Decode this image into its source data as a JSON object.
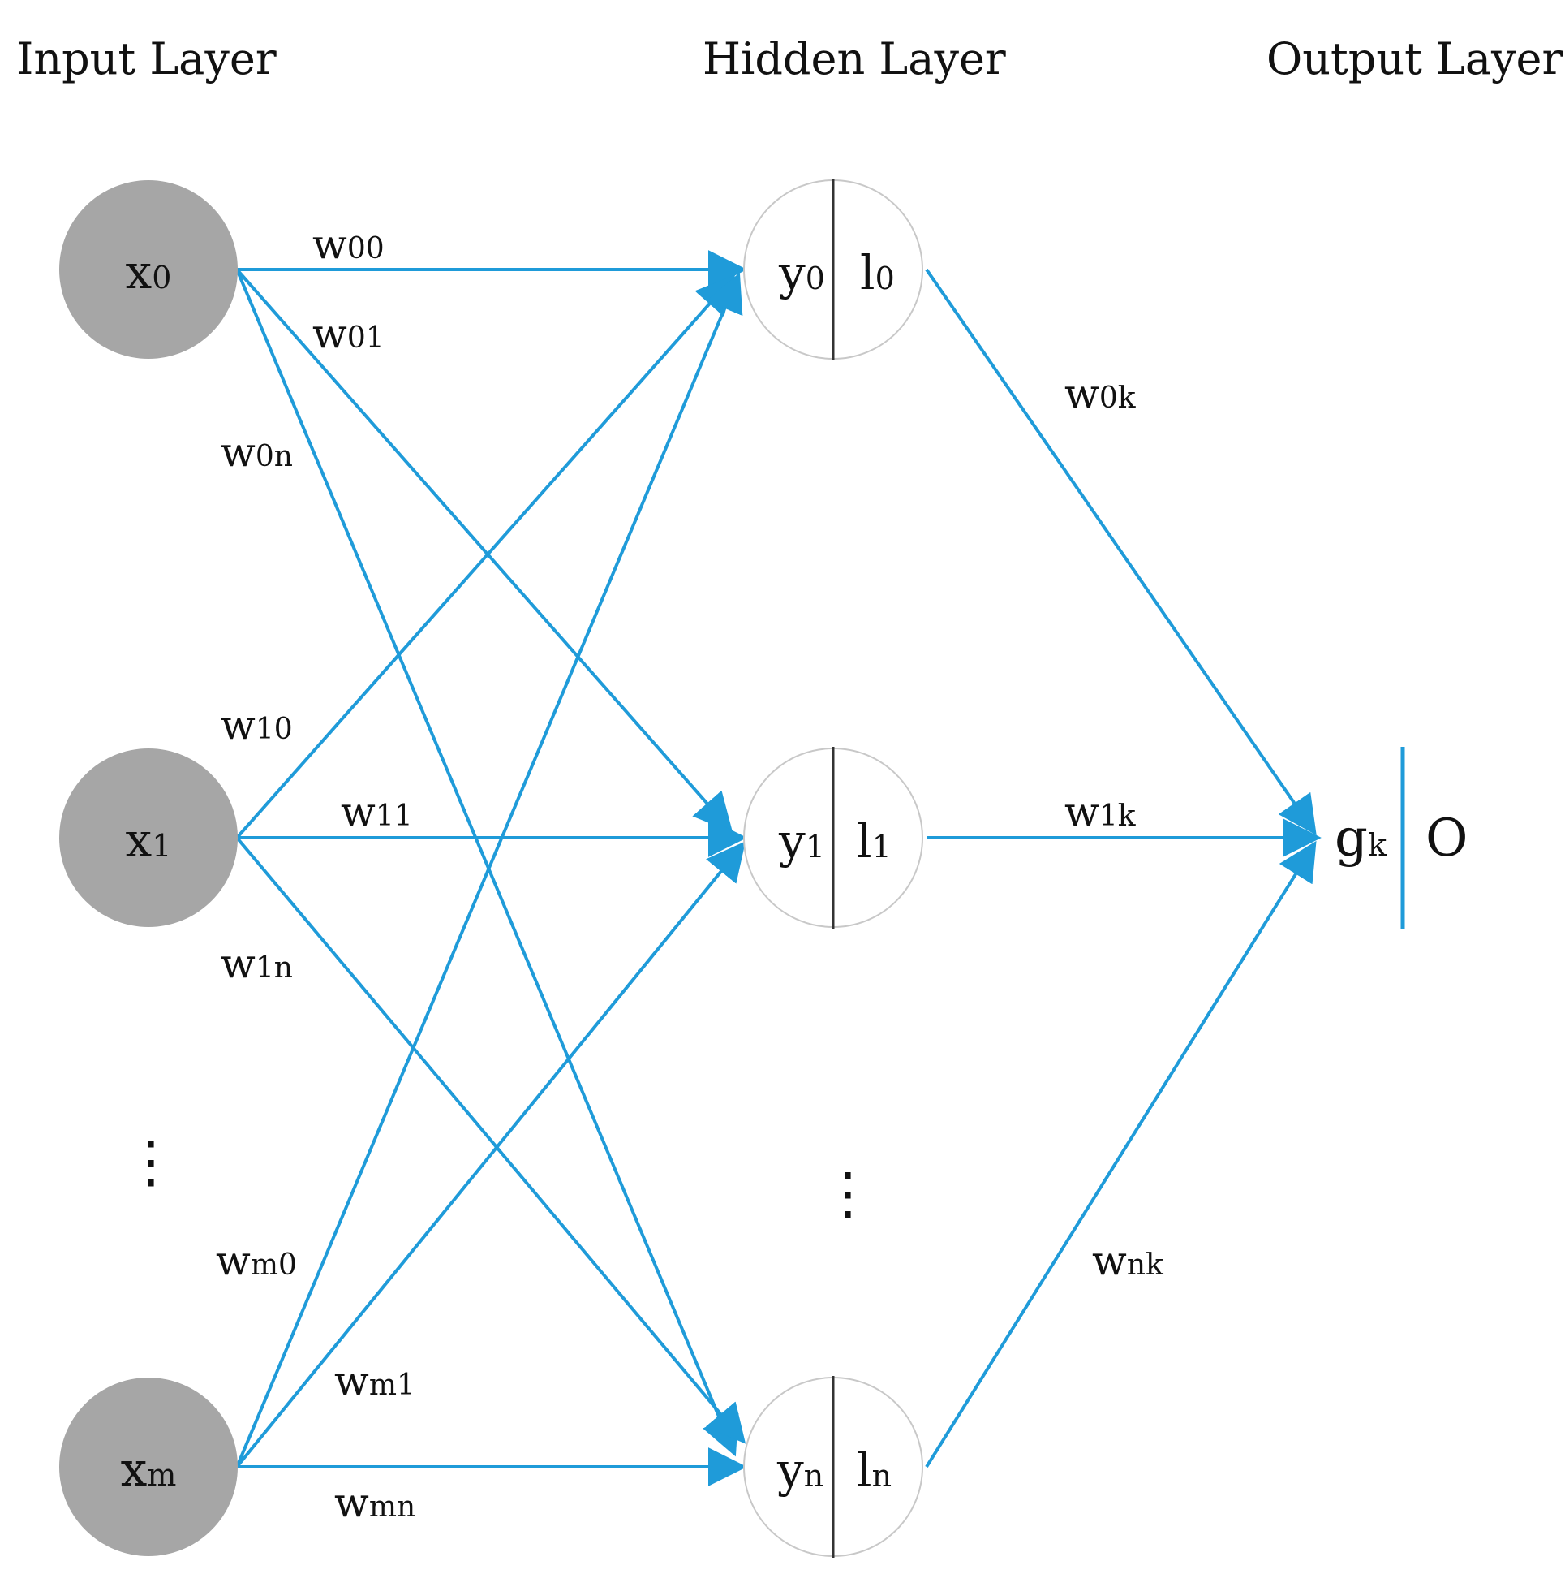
{
  "layers": {
    "input_title": "Input Layer",
    "hidden_title": "Hidden Layer",
    "output_title": "Output Layer"
  },
  "input_nodes": [
    {
      "main": "x",
      "sub": "0"
    },
    {
      "main": "x",
      "sub": "1"
    },
    {
      "main": "x",
      "sub": "m"
    }
  ],
  "hidden_nodes": [
    {
      "y_main": "y",
      "y_sub": "0",
      "l_main": "l",
      "l_sub": "0"
    },
    {
      "y_main": "y",
      "y_sub": "1",
      "l_main": "l",
      "l_sub": "1"
    },
    {
      "y_main": "y",
      "y_sub": "n",
      "l_main": "l",
      "l_sub": "n"
    }
  ],
  "output_node": {
    "g_main": "g",
    "g_sub": "k",
    "o_label": "O"
  },
  "ellipsis": "⋮",
  "weights": {
    "w00": {
      "main": "w",
      "sub": "00"
    },
    "w01": {
      "main": "w",
      "sub": "01"
    },
    "w0n": {
      "main": "w",
      "sub": "0n"
    },
    "w10": {
      "main": "w",
      "sub": "10"
    },
    "w11": {
      "main": "w",
      "sub": "11"
    },
    "w1n": {
      "main": "w",
      "sub": "1n"
    },
    "wm0": {
      "main": "w",
      "sub": "m0"
    },
    "wm1": {
      "main": "w",
      "sub": "m1"
    },
    "wmn": {
      "main": "w",
      "sub": "mn"
    },
    "w0k": {
      "main": "w",
      "sub": "0k"
    },
    "w1k": {
      "main": "w",
      "sub": "1k"
    },
    "wnk": {
      "main": "w",
      "sub": "nk"
    }
  },
  "colors": {
    "edge": "#1f9bd9",
    "input_fill": "#a6a6a6",
    "hidden_stroke": "#c8c8c8",
    "divider": "#333333"
  }
}
